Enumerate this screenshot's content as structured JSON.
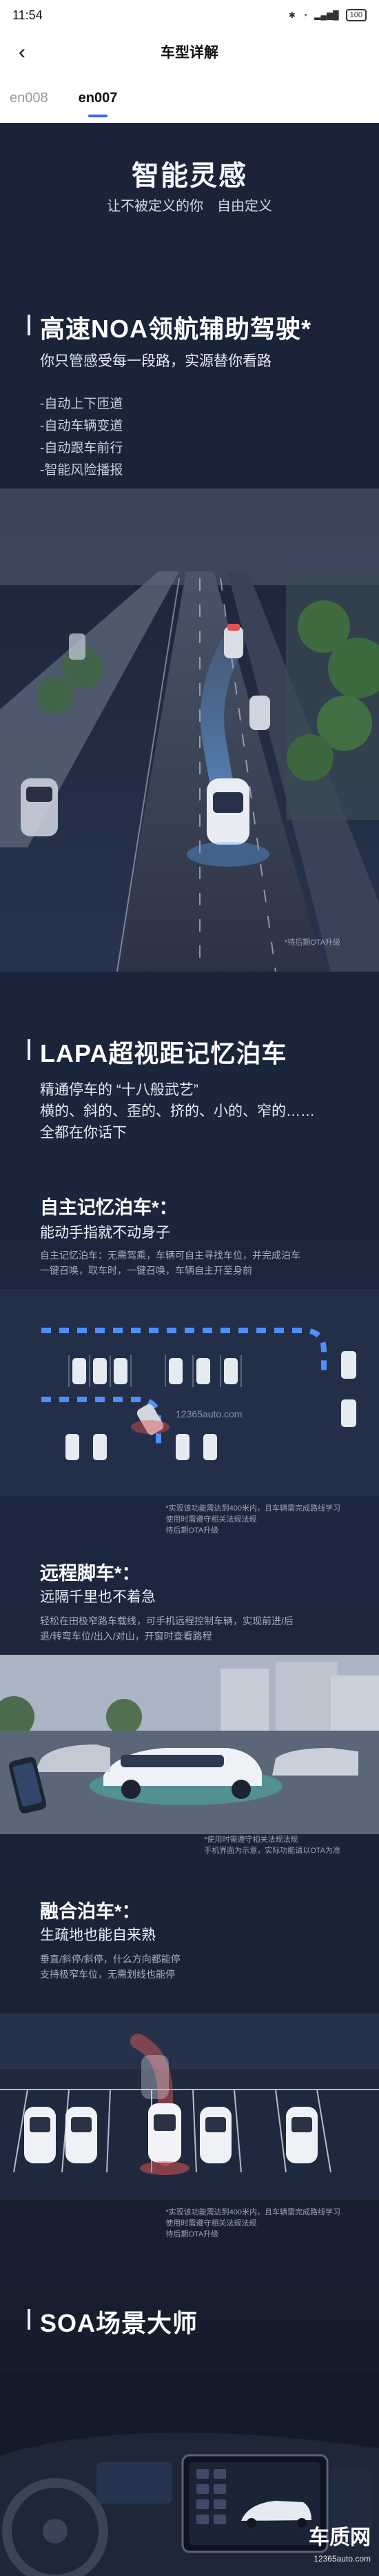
{
  "status_bar": {
    "time": "11:54",
    "battery": "100"
  },
  "header": {
    "title": "车型详解"
  },
  "tabs": [
    {
      "label": "en008",
      "active": false
    },
    {
      "label": "en007",
      "active": true
    }
  ],
  "hero": {
    "title": "智能灵感",
    "subtitle": "让不被定义的你　自由定义"
  },
  "noa": {
    "title": "高速NOA领航辅助驾驶*",
    "lead": "你只管感受每一段路，实源替你看路",
    "features": [
      "-自动上下匝道",
      "-自动车辆变道",
      "-自动跟车前行",
      "-智能风险播报"
    ],
    "disclaimer": "*待后期OTA升级"
  },
  "lapa": {
    "title": "LAPA超视距记忆泊车",
    "lead_lines": [
      "精通停车的 “十八般武艺”",
      "横的、斜的、歪的、挤的、小的、窄的……",
      "全都在你话下"
    ]
  },
  "memory_parking": {
    "title": "自主记忆泊车*：",
    "subtitle": "能动手指就不动身子",
    "note_lines": [
      "自主记忆泊车：无需驾乘，车辆可自主寻找车位，并完成泊车",
      "一键召唤，取车时，一键召唤，车辆自主开至身前"
    ],
    "watermark": "12365auto.com",
    "disclaimer_lines": [
      "*实现该功能需达到400米内，且车辆需完成路线学习",
      "使用时需遵守相关法规法规",
      "待后期OTA升级"
    ]
  },
  "remote_parking": {
    "title": "远程脚车*：",
    "subtitle": "远隔千里也不着急",
    "note_lines": [
      "轻松在田极窄路车载线，可手机远程控制车辆，实现前进/后",
      "退/转弯车位/出入/对山，开窗时查看路程"
    ],
    "disclaimer_lines": [
      "*使用时需遵守相关法规法规",
      "手机界面为示意，实际功能请以OTA为准"
    ]
  },
  "fusion_parking": {
    "title": "融合泊车*：",
    "subtitle": "生疏地也能自来熟",
    "note_lines": [
      "垂直/斜停/斜停，什么方向都能停",
      "支持极窄车位，无需划线也能停"
    ],
    "disclaimer_lines": [
      "*实现该功能需达到400米内，且车辆需完成路线学习",
      "使用时需遵守相关法规法规",
      "待后期OTA升级"
    ]
  },
  "soa": {
    "title": "SOA场景大师"
  },
  "watermark": {
    "brand": "车质网",
    "site": "12365auto.com"
  },
  "colors": {
    "tab_indicator": "#2f6bff",
    "page_background": "#1a2338"
  }
}
